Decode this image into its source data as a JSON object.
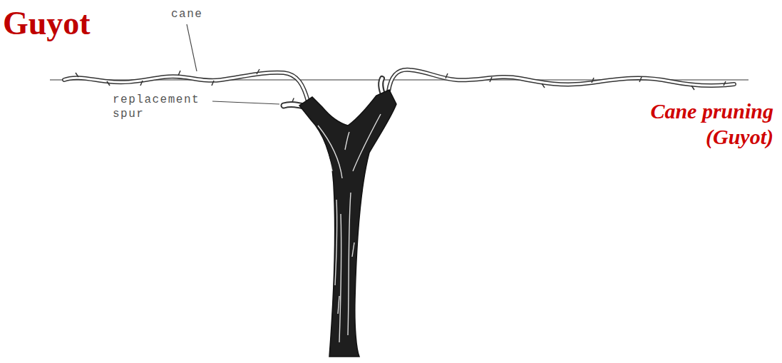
{
  "diagram": {
    "title": "Guyot",
    "caption": "Cane pruning (Guyot)",
    "labels": [
      "cane",
      "replacement spur"
    ]
  }
}
